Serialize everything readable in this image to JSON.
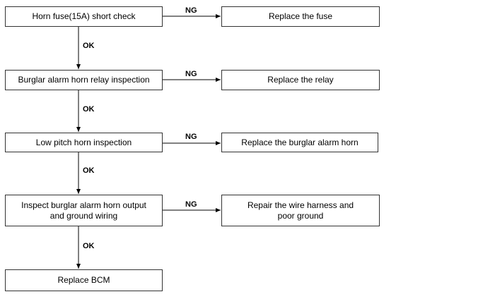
{
  "flowchart": {
    "checks": [
      {
        "text": "Horn fuse(15A) short check",
        "ng_action": "Replace the fuse"
      },
      {
        "text": "Burglar alarm horn relay inspection",
        "ng_action": "Replace the relay"
      },
      {
        "text": "Low pitch horn inspection",
        "ng_action": "Replace the burglar alarm horn"
      },
      {
        "text": "Inspect burglar alarm horn output\nand ground wiring",
        "ng_action": "Repair the wire harness and\npoor ground"
      }
    ],
    "final_step": "Replace BCM",
    "ok_label": "OK",
    "ng_label": "NG"
  }
}
